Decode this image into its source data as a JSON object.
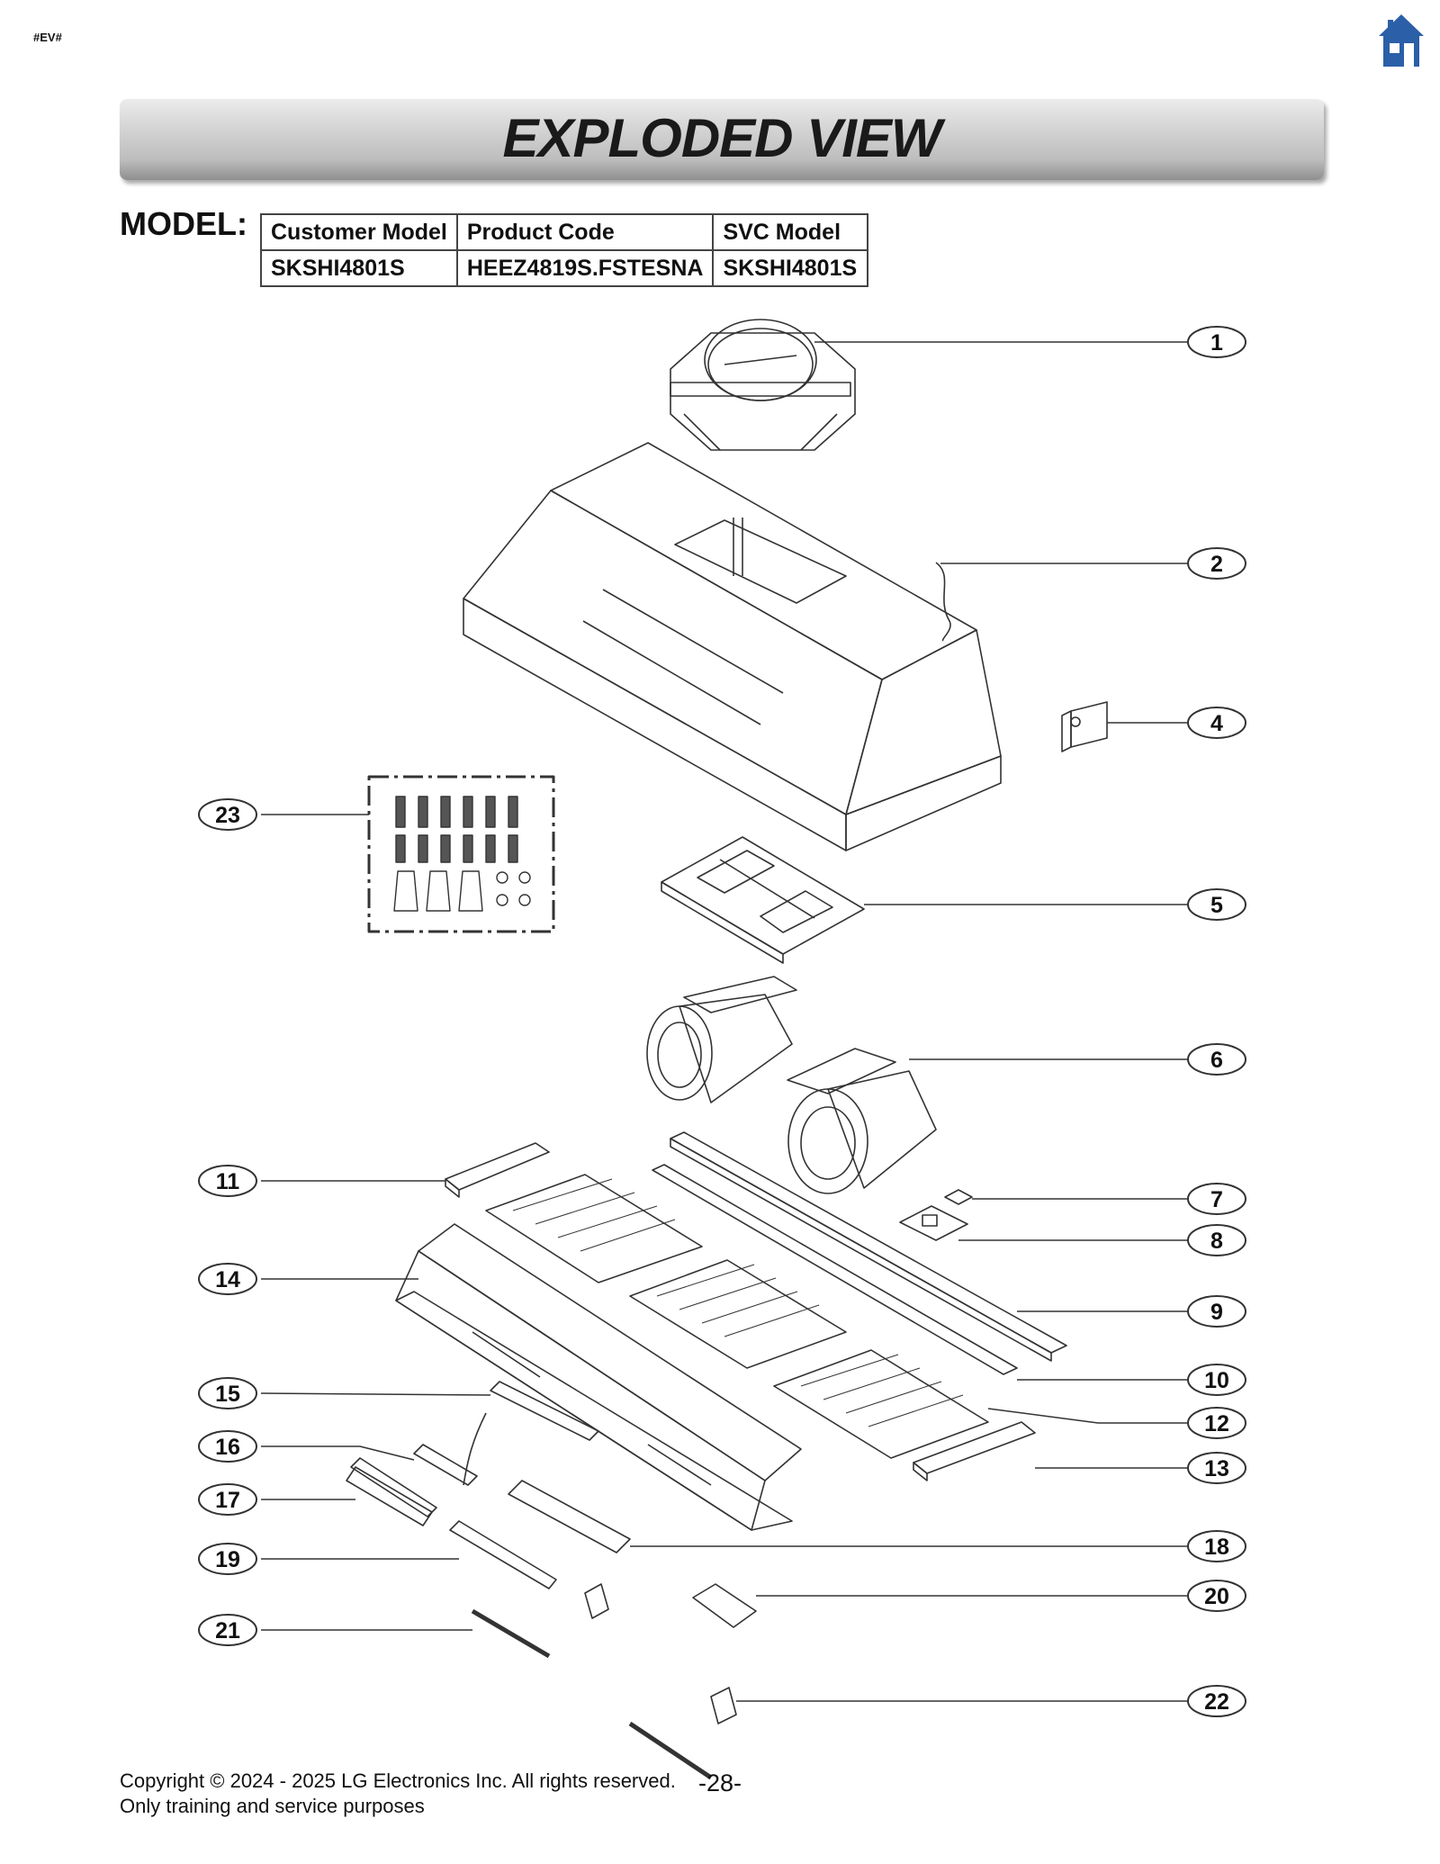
{
  "corner_tag": "#EV#",
  "title": "EXPLODED VIEW",
  "model_label": "MODEL:",
  "model_table": {
    "headers": [
      "Customer Model",
      "Product Code",
      "SVC Model"
    ],
    "row": [
      "SKSHI4801S",
      "HEEZ4819S.FSTESNA",
      "SKSHI4801S"
    ]
  },
  "callouts": [
    "1",
    "2",
    "4",
    "5",
    "6",
    "7",
    "8",
    "9",
    "10",
    "11",
    "12",
    "13",
    "14",
    "15",
    "16",
    "17",
    "18",
    "19",
    "20",
    "21",
    "22",
    "23"
  ],
  "footer": {
    "copyright": "Copyright © 2024 - 2025 LG Electronics Inc. All rights reserved.",
    "note": "Only training and service purposes",
    "page": "-28-"
  },
  "colors": {
    "home_icon": "#2b5fa8",
    "line": "#333333"
  },
  "icons": {
    "home": "home-icon"
  }
}
